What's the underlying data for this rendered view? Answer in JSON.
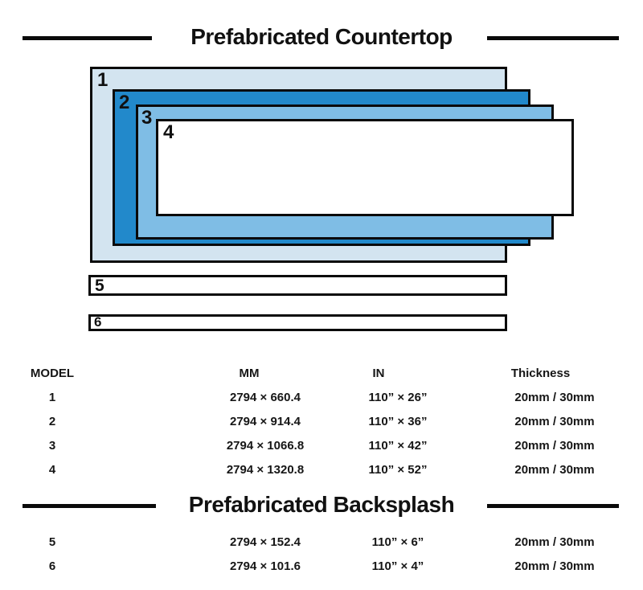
{
  "headings": {
    "countertop": "Prefabricated Countertop",
    "backsplash": "Prefabricated Backsplash"
  },
  "diagram": {
    "countertop_labels": [
      "1",
      "2",
      "3",
      "4"
    ],
    "backsplash_labels": [
      "5",
      "6"
    ],
    "colors": {
      "size1_fill": "#d3e4f0",
      "size2_fill": "#2289cb",
      "size3_fill": "#7fbde5",
      "size4_fill": "#ffffff",
      "backsplash_fill": "#ffffff",
      "outline": "#0a0a0a"
    }
  },
  "table": {
    "headers": [
      "MODEL",
      "MM",
      "IN",
      "Thickness"
    ],
    "countertop_rows": [
      [
        "1",
        "2794 × 660.4",
        "110” × 26”",
        "20mm / 30mm"
      ],
      [
        "2",
        "2794 × 914.4",
        "110” × 36”",
        "20mm / 30mm"
      ],
      [
        "3",
        "2794 × 1066.8",
        "110” × 42”",
        "20mm / 30mm"
      ],
      [
        "4",
        "2794 × 1320.8",
        "110” × 52”",
        "20mm / 30mm"
      ]
    ],
    "backsplash_rows": [
      [
        "5",
        "2794 × 152.4",
        "110” × 6”",
        "20mm / 30mm"
      ],
      [
        "6",
        "2794 × 101.6",
        "110” × 4”",
        "20mm / 30mm"
      ]
    ]
  }
}
